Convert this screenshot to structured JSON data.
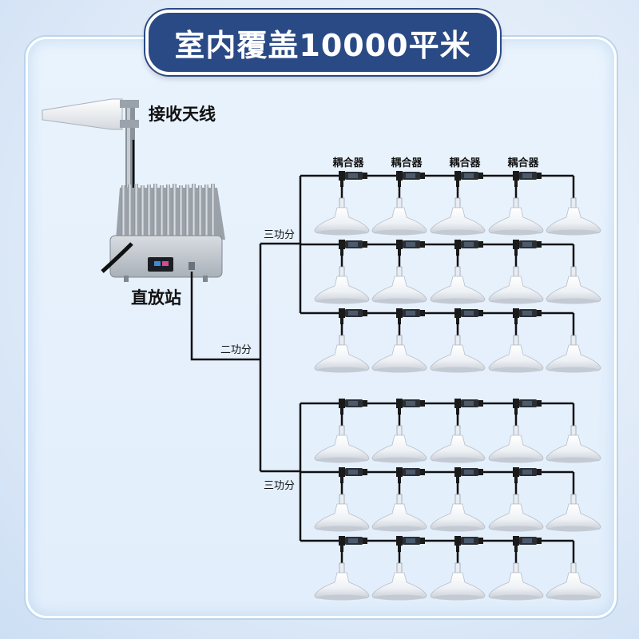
{
  "title": "室内覆盖10000平米",
  "labels": {
    "antenna": "接收天线",
    "repeater": "直放站",
    "two_way_splitter": "二功分",
    "three_way_splitter_top": "三功分",
    "three_way_splitter_bottom": "三功分"
  },
  "coupler_labels": [
    "耦合器",
    "耦合器",
    "耦合器",
    "耦合器"
  ],
  "layout_counts": {
    "groups": 2,
    "rows_per_group": 3,
    "ceiling_antennas_per_row": 5,
    "couplers_per_row": 4
  },
  "colors": {
    "banner": "#2a4a86",
    "cable": "#111111",
    "background": "#e6f0fb"
  },
  "icons": [
    "yagi-panel-antenna-icon",
    "repeater-unit-icon",
    "coupler-icon",
    "ceiling-antenna-icon"
  ]
}
